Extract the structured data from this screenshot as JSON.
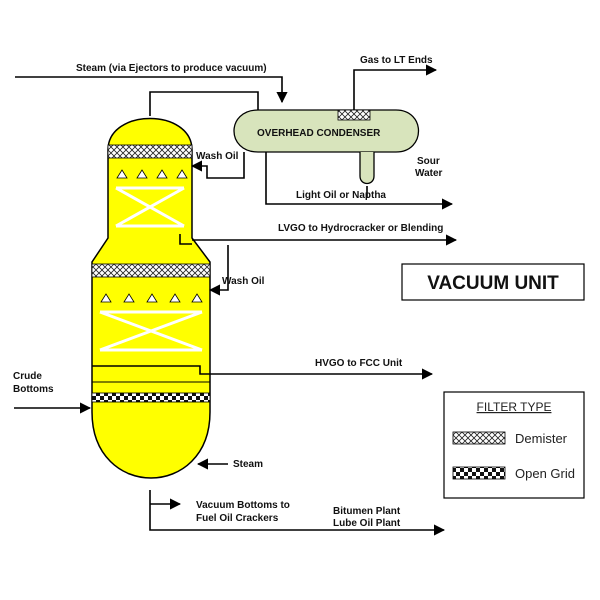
{
  "title": "VACUUM UNIT",
  "labels": {
    "steam_top": "Steam (via Ejectors to produce vacuum)",
    "gas": "Gas to LT Ends",
    "condenser": "OVERHEAD CONDENSER",
    "sour1": "Sour",
    "sour2": "Water",
    "wash_oil_top": "Wash Oil",
    "light_oil": "Light  Oil or Naptha",
    "lvgo": "LVGO to Hydrocracker or Blending",
    "wash_oil_mid": "Wash Oil",
    "hvgo": "HVGO to FCC Unit",
    "crude1": "Crude",
    "crude2": "Bottoms",
    "steam_bottom": "Steam",
    "vac1": "Vacuum Bottoms to",
    "vac2": "Fuel Oil Crackers",
    "bit1": "Bitumen Plant",
    "bit2": "Lube Oil Plant"
  },
  "legend": {
    "title": "FILTER TYPE",
    "items": [
      "Demister",
      "Open Grid"
    ]
  },
  "colors": {
    "vessel": "#ffff00",
    "condenser": "#d8e4bc"
  }
}
